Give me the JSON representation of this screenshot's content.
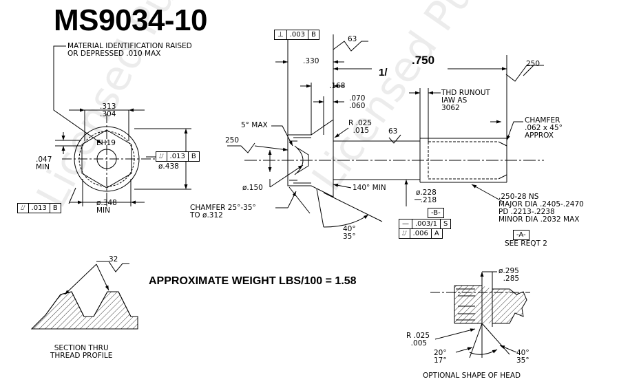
{
  "title": "MS9034-10",
  "weight_note": "APPROXIMATE WEIGHT LBS/100 = 1.58",
  "watermark": "Licensed Publication",
  "labels": {
    "material_id": "MATERIAL IDENTIFICATION RAISED\nOR DEPRESSED .010 MAX",
    "across_flats": ".313\n.304",
    "head_mark": "EH19",
    "thick_047": ".047\nMIN",
    "dia_438": "ø.438",
    "dia_348": "ø.348\nMIN",
    "dim_330": ".330",
    "dim_168": ".168",
    "dim_070": ".070\n.060",
    "length_750": ".750",
    "fraction_mark": "1/",
    "surf_63_top": "63",
    "surf_250_right": "250",
    "thd_runout": "THD RUNOUT\nIAW AS\n3062",
    "chamfer_062": "CHAMFER\n.062 x 45°\nAPPROX",
    "five_deg_max": "5° MAX",
    "radius_025": "R .025\n  .015",
    "surf_63_shank": "63",
    "surf_250_left": "250",
    "dia_150": "ø.150",
    "angle_140": "140° MIN",
    "chamfer_25_35": "CHAMFER 25°-35°\nTO ø.312",
    "angle_40_35": "40°\n35°",
    "dia_228": "ø.228\n  .218",
    "thread_spec": ".250-28 NS\nMAJOR DIA .2405-.2470\nPD .2213-.2238\nMINOR DIA .2032 MAX",
    "see_reqt": "SEE REQT 2",
    "datum_b": "-B-",
    "datum_a": "-A-",
    "surf_32": "32",
    "section_caption": "SECTION THRU\nTHREAD PROFILE",
    "opt_dia_295": "ø.295\n  .285",
    "opt_radius": "R .025\n  .005",
    "opt_angle_20": "20°\n17°",
    "opt_angle_40": "40°\n35°",
    "opt_caption": "OPTIONAL SHAPE OF HEAD"
  },
  "frames": {
    "perp_top": {
      "symbol": "⊥",
      "tol": ".003",
      "datum": "B"
    },
    "runout_right": {
      "symbol": "⌰",
      "tol": ".013",
      "datum": "B"
    },
    "runout_left": {
      "symbol": "⌰",
      "tol": ".013",
      "datum": "B"
    },
    "pos_mid": {
      "symbol": "—",
      "tol": ".003/1",
      "datum": "S"
    },
    "runout_mid": {
      "symbol": "⌰",
      "tol": ".006",
      "datum": "A"
    }
  }
}
